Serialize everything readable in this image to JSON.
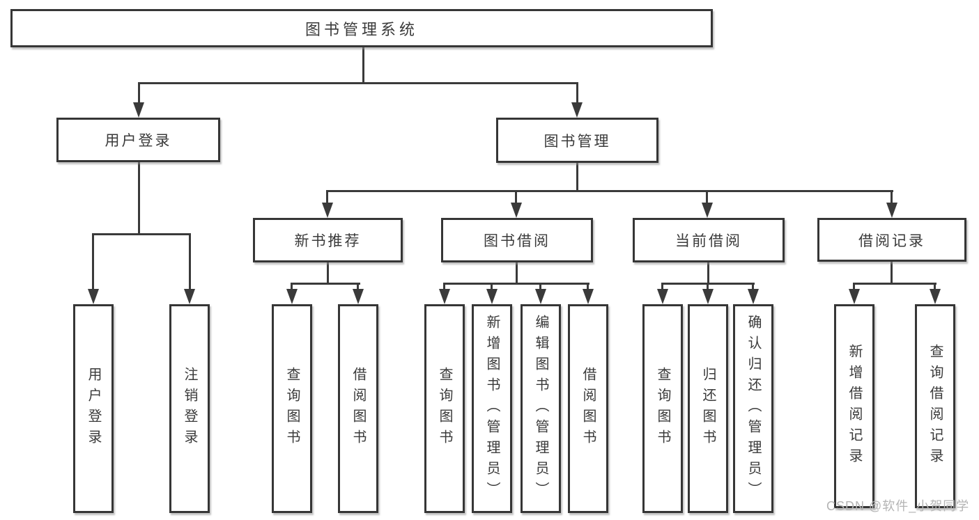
{
  "diagram": {
    "title": "图书管理系统",
    "branches": [
      {
        "label": "用户登录",
        "children": [
          {
            "label": "用户登录"
          },
          {
            "label": "注销登录"
          }
        ]
      },
      {
        "label": "图书管理",
        "children": [
          {
            "label": "新书推荐",
            "children": [
              {
                "label": "查询图书"
              },
              {
                "label": "借阅图书"
              }
            ]
          },
          {
            "label": "图书借阅",
            "children": [
              {
                "label": "查询图书"
              },
              {
                "label": "新增图书（管理员）"
              },
              {
                "label": "编辑图书（管理员）"
              },
              {
                "label": "借阅图书"
              }
            ]
          },
          {
            "label": "当前借阅",
            "children": [
              {
                "label": "查询图书"
              },
              {
                "label": "归还图书"
              },
              {
                "label": "确认归还（管理员）"
              }
            ]
          },
          {
            "label": "借阅记录",
            "children": [
              {
                "label": "新增借阅记录"
              },
              {
                "label": "查询借阅记录"
              }
            ]
          }
        ]
      }
    ]
  },
  "watermark": {
    "text": "CSDN @软件_小贺同学"
  },
  "colors": {
    "line": "#3a3a3a",
    "box_border": "#363636",
    "text": "#3a3a3a",
    "watermark": "#b4b4b4",
    "background": "#ffffff"
  }
}
